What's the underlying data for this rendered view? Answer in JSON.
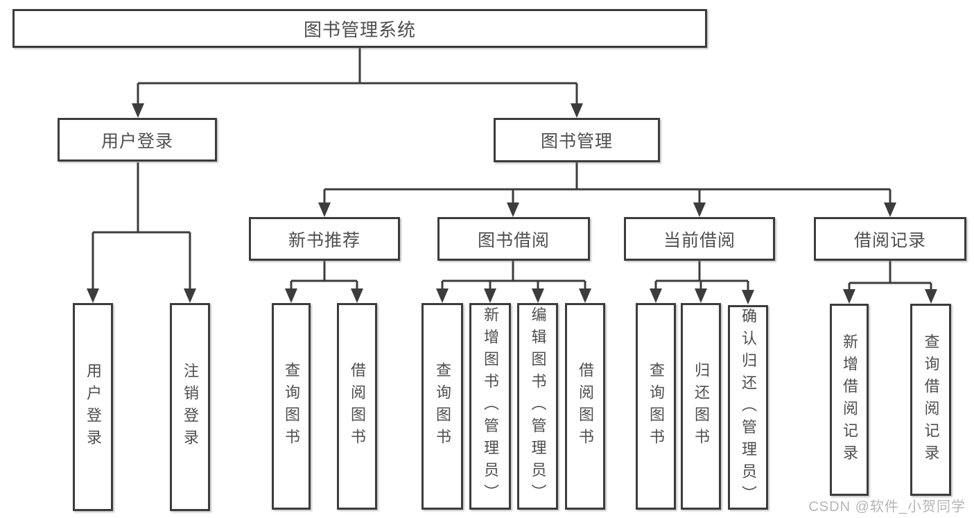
{
  "tree": {
    "root": {
      "label": "图书管理系统"
    },
    "branches": [
      {
        "label": "用户登录",
        "children": [
          {
            "label": "用户登录"
          },
          {
            "label": "注销登录"
          }
        ]
      },
      {
        "label": "图书管理",
        "children": [
          {
            "label": "新书推荐",
            "children": [
              {
                "label": "查询图书"
              },
              {
                "label": "借阅图书"
              }
            ]
          },
          {
            "label": "图书借阅",
            "children": [
              {
                "label": "查询图书"
              },
              {
                "label": "新增图书（管理员）"
              },
              {
                "label": "编辑图书（管理员）"
              },
              {
                "label": "借阅图书"
              }
            ]
          },
          {
            "label": "当前借阅",
            "children": [
              {
                "label": "查询图书"
              },
              {
                "label": "归还图书"
              },
              {
                "label": "确认归还（管理员）"
              }
            ]
          },
          {
            "label": "借阅记录",
            "children": [
              {
                "label": "新增借阅记录"
              },
              {
                "label": "查询借阅记录"
              }
            ]
          }
        ]
      }
    ]
  },
  "watermark": {
    "text": "CSDN @软件_小贺同学"
  },
  "colors": {
    "line": "#3c3c3c",
    "box_border": "#3c3c3c",
    "label_text": "#4e4e4e",
    "background": "#ffffff",
    "watermark_text": "#b5b5b5"
  }
}
